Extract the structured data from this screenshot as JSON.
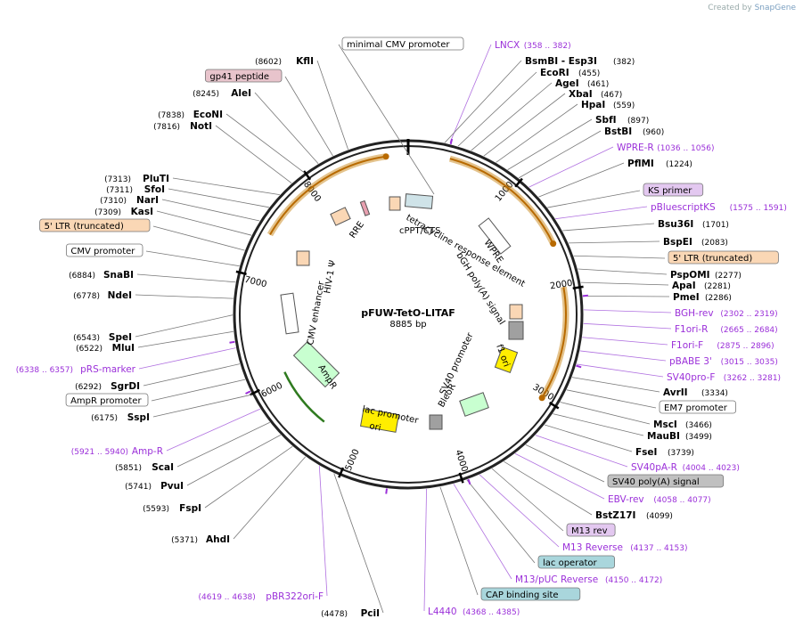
{
  "credit": {
    "prefix": "Created by",
    "brand": "SnapGene"
  },
  "plasmid": {
    "name": "pFUW-TetO-LITAF",
    "size": "8885 bp"
  },
  "colors": {
    "enzyme": "#000000",
    "primer": "#9b30d9",
    "ring": "#222222"
  },
  "ring_ticks": [
    "1000",
    "2000",
    "3000",
    "4000",
    "5000",
    "6000",
    "7000",
    "8000"
  ],
  "features": [
    {
      "name": "RRE",
      "color": "#fad7b5"
    },
    {
      "name": "cPPT/CTS",
      "color": "#fad7b5"
    },
    {
      "name": "tetracycline response element",
      "color": "#cfe3e8"
    },
    {
      "name": "WPRE",
      "color": "#ffffff"
    },
    {
      "name": "bGH poly(A) signal",
      "color": "#ffffff"
    },
    {
      "name": "f1 ori",
      "color": "#9a9a9a"
    },
    {
      "name": "SV40 promoter",
      "color": "#ffee00"
    },
    {
      "name": "BleoR",
      "color": "#ffffff"
    },
    {
      "name": "lac promoter",
      "color": "#c8ffd0"
    },
    {
      "name": "ori",
      "color": "#ffee00"
    },
    {
      "name": "AmpR",
      "color": "#c8ffd0"
    },
    {
      "name": "CMV enhancer",
      "color": "#ffffff"
    },
    {
      "name": "HIV-1 Ψ",
      "color": "#fad7b5"
    }
  ],
  "left_labels": [
    {
      "pos": "(8602)",
      "name": "KflI",
      "kind": "enzyme"
    },
    {
      "pos": "",
      "name": "gp41 peptide",
      "kind": "box",
      "fill": "#e8c4cc"
    },
    {
      "pos": "(8245)",
      "name": "AleI",
      "kind": "enzyme"
    },
    {
      "pos": "(7838)",
      "name": "EcoNI",
      "kind": "enzyme"
    },
    {
      "pos": "(7816)",
      "name": "NotI",
      "kind": "enzyme"
    },
    {
      "pos": "(7313)",
      "name": "PluTI",
      "kind": "enzyme"
    },
    {
      "pos": "(7311)",
      "name": "SfoI",
      "kind": "enzyme"
    },
    {
      "pos": "(7310)",
      "name": "NarI",
      "kind": "enzyme"
    },
    {
      "pos": "(7309)",
      "name": "KasI",
      "kind": "enzyme"
    },
    {
      "pos": "",
      "name": "5' LTR (truncated)",
      "kind": "box",
      "fill": "#fad7b5"
    },
    {
      "pos": "",
      "name": "CMV promoter",
      "kind": "box",
      "fill": "#ffffff"
    },
    {
      "pos": "(6884)",
      "name": "SnaBI",
      "kind": "enzyme"
    },
    {
      "pos": "(6778)",
      "name": "NdeI",
      "kind": "enzyme"
    },
    {
      "pos": "(6543)",
      "name": "SpeI",
      "kind": "enzyme"
    },
    {
      "pos": "(6522)",
      "name": "MluI",
      "kind": "enzyme"
    },
    {
      "pos": "(6338 .. 6357)",
      "name": "pRS-marker",
      "kind": "primer"
    },
    {
      "pos": "(6292)",
      "name": "SgrDI",
      "kind": "enzyme"
    },
    {
      "pos": "",
      "name": "AmpR promoter",
      "kind": "box",
      "fill": "#ffffff"
    },
    {
      "pos": "(6175)",
      "name": "SspI",
      "kind": "enzyme"
    },
    {
      "pos": "(5921 .. 5940)",
      "name": "Amp-R",
      "kind": "primer"
    },
    {
      "pos": "(5851)",
      "name": "ScaI",
      "kind": "enzyme"
    },
    {
      "pos": "(5741)",
      "name": "PvuI",
      "kind": "enzyme"
    },
    {
      "pos": "(5593)",
      "name": "FspI",
      "kind": "enzyme"
    },
    {
      "pos": "(5371)",
      "name": "AhdI",
      "kind": "enzyme"
    },
    {
      "pos": "(4619 .. 4638)",
      "name": "pBR322ori-F",
      "kind": "primer"
    },
    {
      "pos": "(4478)",
      "name": "PciI",
      "kind": "enzyme"
    }
  ],
  "top_labels": [
    {
      "pos": "",
      "name": "minimal CMV promoter",
      "kind": "box",
      "fill": "#ffffff"
    },
    {
      "pos": "(358 .. 382)",
      "name": "LNCX",
      "kind": "primer"
    }
  ],
  "right_labels": [
    {
      "pos": "(382)",
      "name": "BsmBI - Esp3I",
      "kind": "enzyme"
    },
    {
      "pos": "(455)",
      "name": "EcoRI",
      "kind": "enzyme"
    },
    {
      "pos": "(461)",
      "name": "AgeI",
      "kind": "enzyme"
    },
    {
      "pos": "(467)",
      "name": "XbaI",
      "kind": "enzyme"
    },
    {
      "pos": "(559)",
      "name": "HpaI",
      "kind": "enzyme"
    },
    {
      "pos": "(897)",
      "name": "SbfI",
      "kind": "enzyme"
    },
    {
      "pos": "(960)",
      "name": "BstBI",
      "kind": "enzyme"
    },
    {
      "pos": "(1036 .. 1056)",
      "name": "WPRE-R",
      "kind": "primer"
    },
    {
      "pos": "(1224)",
      "name": "PflMI",
      "kind": "enzyme"
    },
    {
      "pos": "",
      "name": "KS primer",
      "kind": "box",
      "fill": "#e3c8f0"
    },
    {
      "pos": "(1575 .. 1591)",
      "name": "pBluescriptKS",
      "kind": "primer"
    },
    {
      "pos": "(1701)",
      "name": "Bsu36I",
      "kind": "enzyme"
    },
    {
      "pos": "(2083)",
      "name": "BspEI",
      "kind": "enzyme"
    },
    {
      "pos": "",
      "name": "5' LTR (truncated)",
      "kind": "box",
      "fill": "#fad7b5"
    },
    {
      "pos": "(2277)",
      "name": "PspOMI",
      "kind": "enzyme"
    },
    {
      "pos": "(2281)",
      "name": "ApaI",
      "kind": "enzyme"
    },
    {
      "pos": "(2286)",
      "name": "PmeI",
      "kind": "enzyme"
    },
    {
      "pos": "(2302 .. 2319)",
      "name": "BGH-rev",
      "kind": "primer"
    },
    {
      "pos": "(2665 .. 2684)",
      "name": "F1ori-R",
      "kind": "primer"
    },
    {
      "pos": "(2875 .. 2896)",
      "name": "F1ori-F",
      "kind": "primer"
    },
    {
      "pos": "(3015 .. 3035)",
      "name": "pBABE 3'",
      "kind": "primer"
    },
    {
      "pos": "(3262 .. 3281)",
      "name": "SV40pro-F",
      "kind": "primer"
    },
    {
      "pos": "(3334)",
      "name": "AvrII",
      "kind": "enzyme"
    },
    {
      "pos": "",
      "name": "EM7 promoter",
      "kind": "box",
      "fill": "#ffffff"
    },
    {
      "pos": "(3466)",
      "name": "MscI",
      "kind": "enzyme"
    },
    {
      "pos": "(3499)",
      "name": "MauBI",
      "kind": "enzyme"
    },
    {
      "pos": "(3739)",
      "name": "FseI",
      "kind": "enzyme"
    },
    {
      "pos": "(4004 .. 4023)",
      "name": "SV40pA-R",
      "kind": "primer"
    },
    {
      "pos": "",
      "name": "SV40 poly(A) signal",
      "kind": "box",
      "fill": "#c0c0c0"
    },
    {
      "pos": "(4058 .. 4077)",
      "name": "EBV-rev",
      "kind": "primer"
    },
    {
      "pos": "(4099)",
      "name": "BstZ17I",
      "kind": "enzyme"
    },
    {
      "pos": "",
      "name": "M13 rev",
      "kind": "box",
      "fill": "#e3c8f0"
    },
    {
      "pos": "(4137 .. 4153)",
      "name": "M13 Reverse",
      "kind": "primer"
    },
    {
      "pos": "",
      "name": "lac operator",
      "kind": "box",
      "fill": "#a9d6dc"
    },
    {
      "pos": "(4150 .. 4172)",
      "name": "M13/pUC Reverse",
      "kind": "primer"
    },
    {
      "pos": "",
      "name": "CAP binding site",
      "kind": "box",
      "fill": "#a9d6dc"
    },
    {
      "pos": "(4368 .. 4385)",
      "name": "L4440",
      "kind": "primer"
    }
  ]
}
